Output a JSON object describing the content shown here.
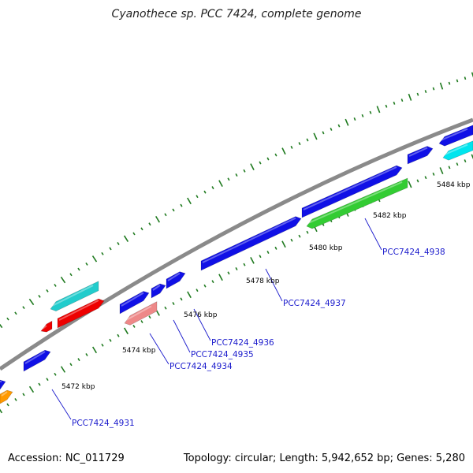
{
  "title": "Cyanothece sp. PCC 7424, complete genome",
  "footer": {
    "accession": "Accession: NC_011729",
    "summary": "Topology: circular; Length: 5,942,652 bp; Genes: 5,280"
  },
  "colors": {
    "backbone": "#8a8a8a",
    "tick": "#1f7a1f",
    "label": "#1a1acc",
    "blue": "#1010e6",
    "cyan": "#22cccc",
    "red": "#ee0000",
    "pink": "#ee8888",
    "green": "#33cc33",
    "orange": "#ff9900"
  },
  "kbp_labels": [
    "5472 kbp",
    "5474 kbp",
    "5476 kbp",
    "5478 kbp",
    "5480 kbp",
    "5482 kbp",
    "5484 kbp"
  ],
  "gene_labels": [
    "PCC7424_4931",
    "PCC7424_4934",
    "PCC7424_4935",
    "PCC7424_4936",
    "PCC7424_4937",
    "PCC7424_4938"
  ]
}
